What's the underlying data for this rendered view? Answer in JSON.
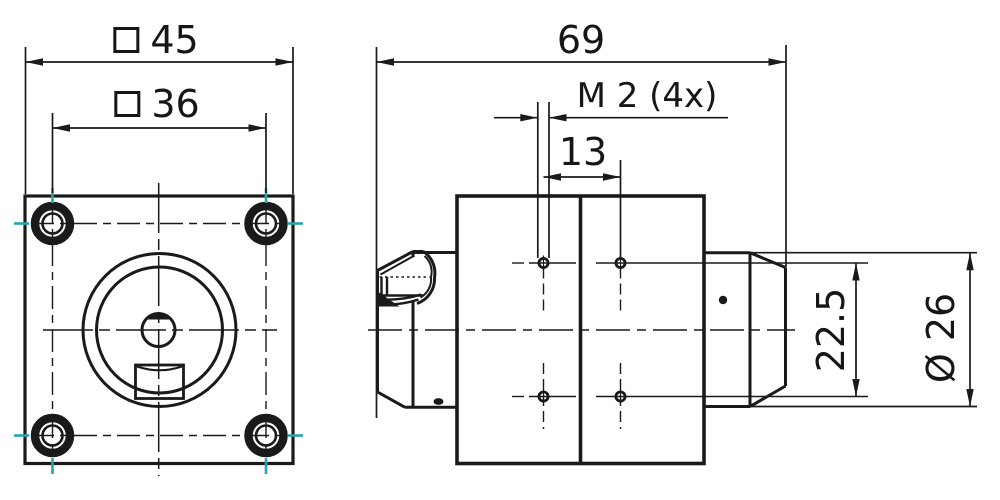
{
  "canvas": {
    "background": "#ffffff",
    "ink_color": "#1a1a1a",
    "centerline_tick_color": "#27a5a8"
  },
  "front_view": {
    "dimensions": {
      "outer_square": {
        "symbol": "□",
        "value": "45"
      },
      "bolt_spacing_square": {
        "symbol": "□",
        "value": "36"
      }
    }
  },
  "side_view": {
    "dimensions": {
      "overall_length": {
        "value": "69"
      },
      "thread_callout": {
        "value": "M 2 (4x)"
      },
      "hole_spacing_horizontal": {
        "value": "13"
      },
      "hole_spacing_vertical": {
        "value": "22.5"
      },
      "rear_diameter": {
        "value": "Ø 26"
      }
    }
  }
}
